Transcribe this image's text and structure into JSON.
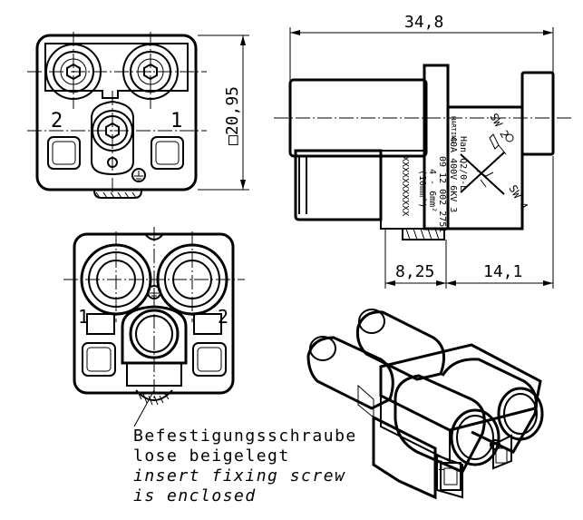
{
  "dimensions": {
    "overall_length": "34,8",
    "height_square": "□20,95",
    "offset_left": "8,25",
    "offset_right": "14,1"
  },
  "contact_labels": {
    "top_left": "2",
    "top_right": "1",
    "bottom_left": "1",
    "bottom_right": "2"
  },
  "side_labels": {
    "sw2": "SW 2",
    "sw4": "SW 4"
  },
  "part_marking": {
    "brand": "HARTING",
    "line1": "Han Q2/0-L",
    "line2": "40A 400V 6KV 3",
    "line3": "09 12 002 2751",
    "line4": "4 - 6mm²",
    "line5": "(10mm²)",
    "line6": "XXXXXXXXXXX"
  },
  "caption": {
    "line1": "Befestigungsschraube",
    "line2": "lose beigelegt",
    "line3": "insert fixing screw",
    "line4": "is enclosed"
  }
}
